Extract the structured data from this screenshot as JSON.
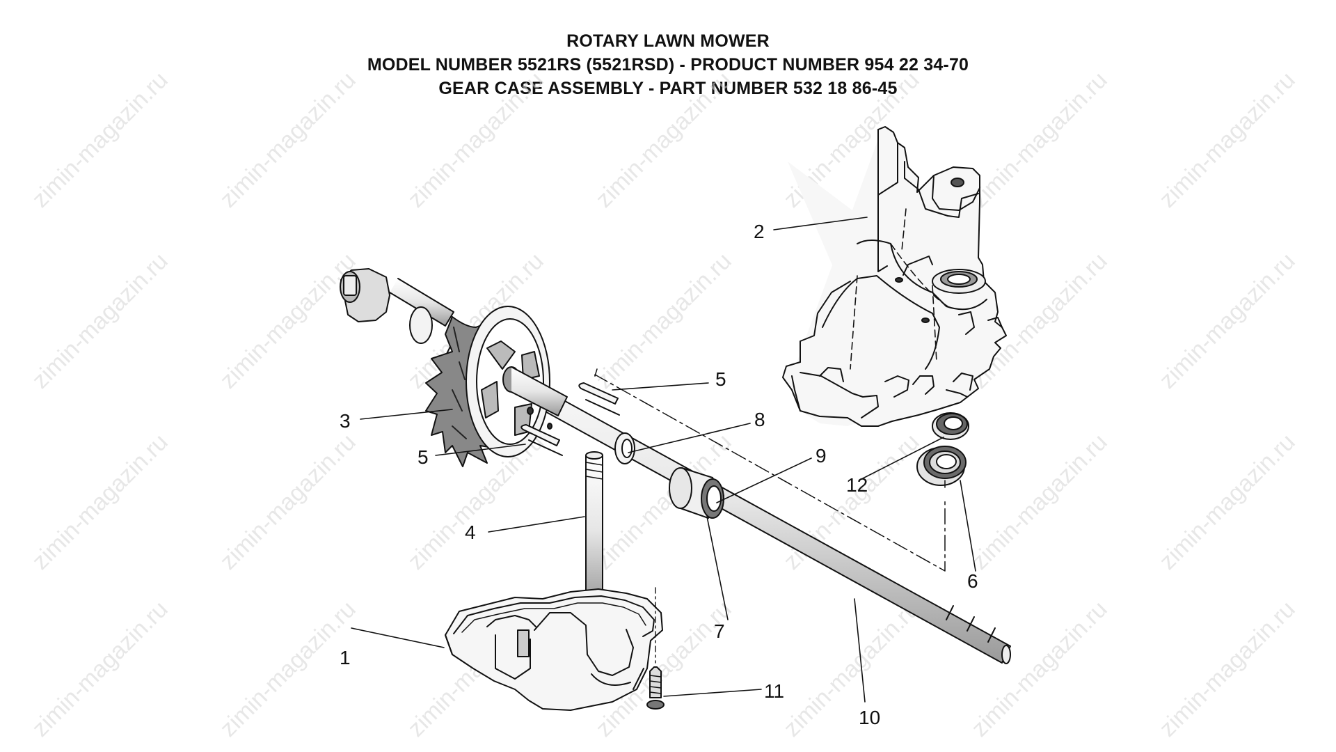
{
  "header": {
    "line1": "ROTARY LAWN MOWER",
    "line2": "MODEL NUMBER 5521RS (5521RSD) - PRODUCT NUMBER 954 22 34-70",
    "line3": "GEAR CASE ASSEMBLY - PART NUMBER 532 18 86-45"
  },
  "watermark": "zimin-magazin.ru",
  "callouts": {
    "c1": "1",
    "c2": "2",
    "c3": "3",
    "c4": "4",
    "c5a": "5",
    "c5b": "5",
    "c6": "6",
    "c7": "7",
    "c8": "8",
    "c9": "9",
    "c10": "10",
    "c11": "11",
    "c12": "12"
  },
  "colors": {
    "line": "#111111",
    "fill_light": "#f4f4f4",
    "fill_mid": "#cfcfcf",
    "fill_dark": "#6f6f6f"
  }
}
